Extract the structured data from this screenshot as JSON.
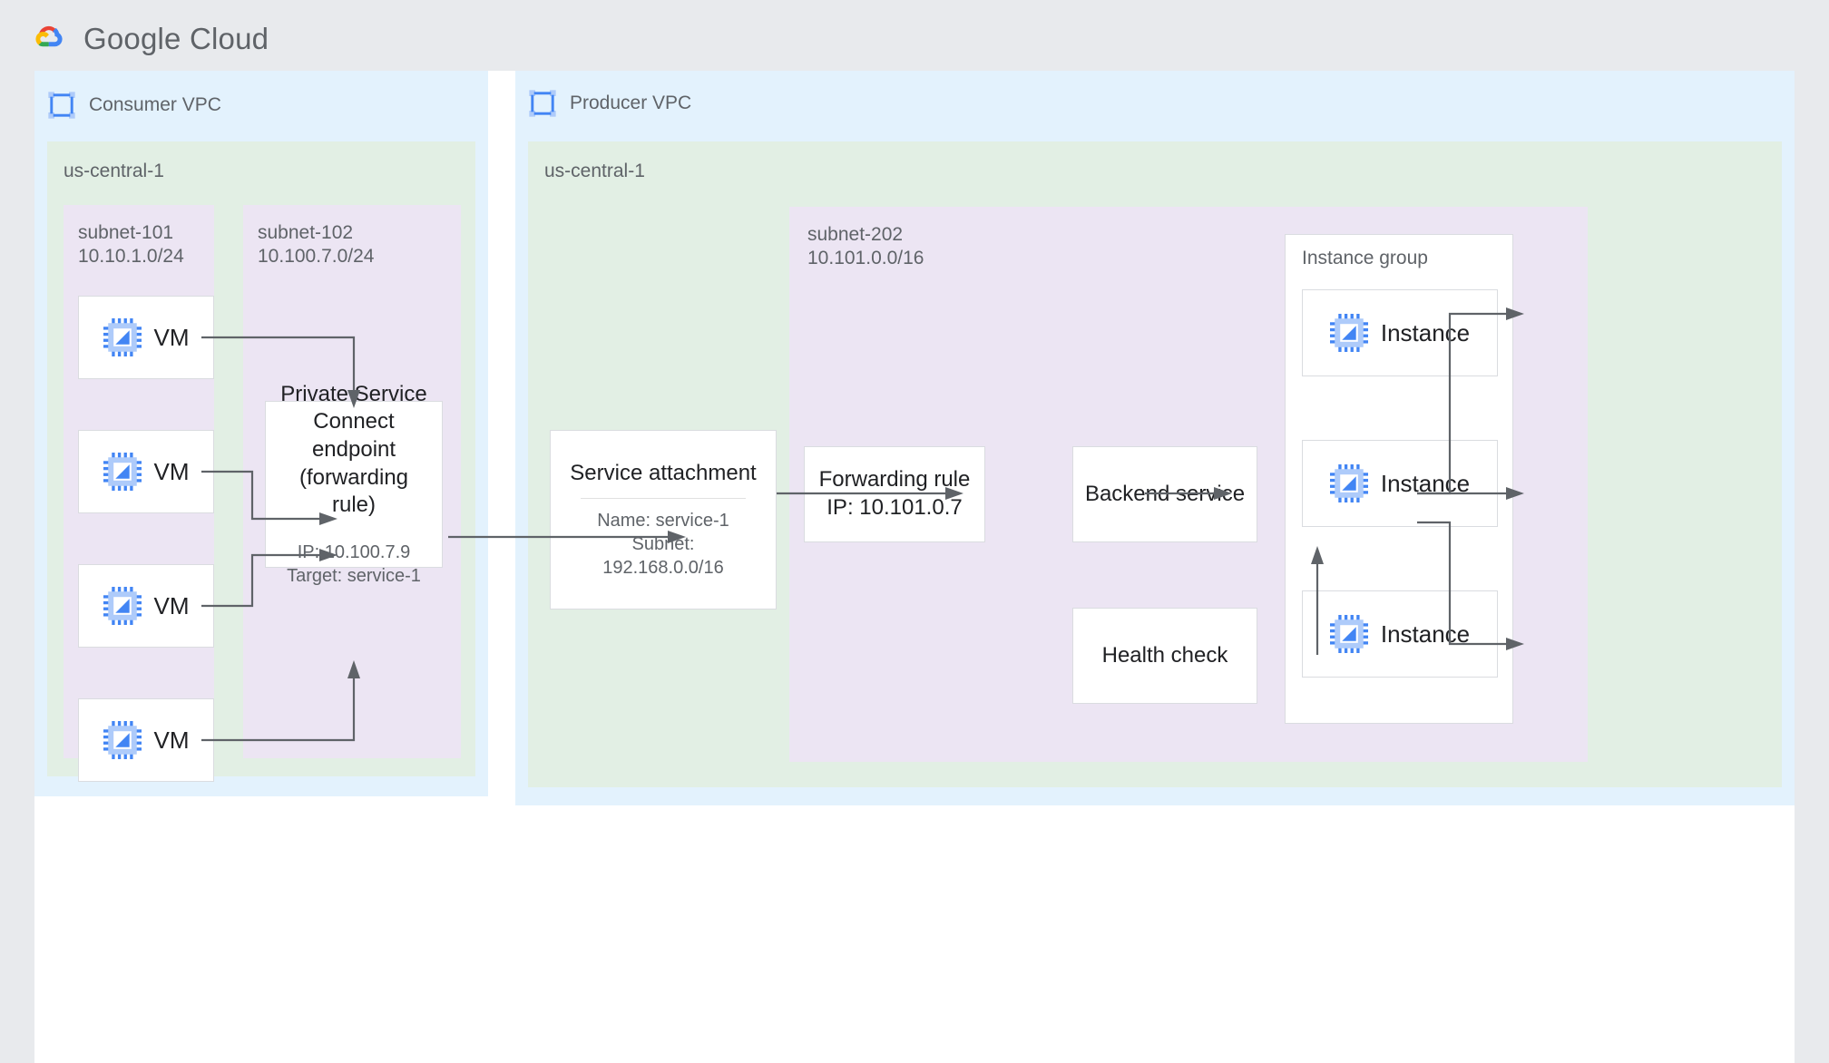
{
  "brand": {
    "name": "Google Cloud",
    "logo_icon": "google-cloud-logo"
  },
  "diagram": {
    "title": "Private Service Connect with consumer and producer VPCs",
    "colors": {
      "page_background": "#e8eaed",
      "canvas": "#ffffff",
      "vpc_fill": "#e3f2fd",
      "region_fill": "#e2efe4",
      "subnet_fill": "#ece5f3",
      "card_fill": "#ffffff",
      "card_border": "#dadce0",
      "connector": "#5f6368",
      "text_primary": "#202124",
      "text_secondary": "#5f6368"
    }
  },
  "consumer": {
    "vpc_label": "Consumer VPC",
    "vpc_icon": "vpc-network-icon",
    "region_label": "us-central-1",
    "subnets": [
      {
        "name": "subnet-101",
        "cidr": "10.10.1.0/24"
      },
      {
        "name": "subnet-102",
        "cidr": "10.100.7.0/24"
      }
    ],
    "vms": [
      {
        "label": "VM",
        "icon": "vm-instance-icon"
      },
      {
        "label": "VM",
        "icon": "vm-instance-icon"
      },
      {
        "label": "VM",
        "icon": "vm-instance-icon"
      },
      {
        "label": "VM",
        "icon": "vm-instance-icon"
      }
    ],
    "endpoint": {
      "title": "Private Service\nConnect endpoint\n(forwarding rule)",
      "details": "IP: 10.100.7.9\nTarget: service-1"
    }
  },
  "producer": {
    "vpc_label": "Producer VPC",
    "vpc_icon": "vpc-network-icon",
    "region_label": "us-central-1",
    "subnet": {
      "name": "subnet-202",
      "cidr": "10.101.0.0/16"
    },
    "service_attachment": {
      "title": "Service attachment",
      "details": "Name: service-1\nSubnet:\n192.168.0.0/16"
    },
    "forwarding_rule": {
      "title": "Forwarding rule\nIP: 10.101.0.7"
    },
    "backend_service": {
      "title": "Backend service"
    },
    "health_check": {
      "title": "Health check"
    },
    "instance_group": {
      "label": "Instance group",
      "instances": [
        {
          "label": "Instance",
          "icon": "vm-instance-icon"
        },
        {
          "label": "Instance",
          "icon": "vm-instance-icon"
        },
        {
          "label": "Instance",
          "icon": "vm-instance-icon"
        }
      ]
    }
  }
}
